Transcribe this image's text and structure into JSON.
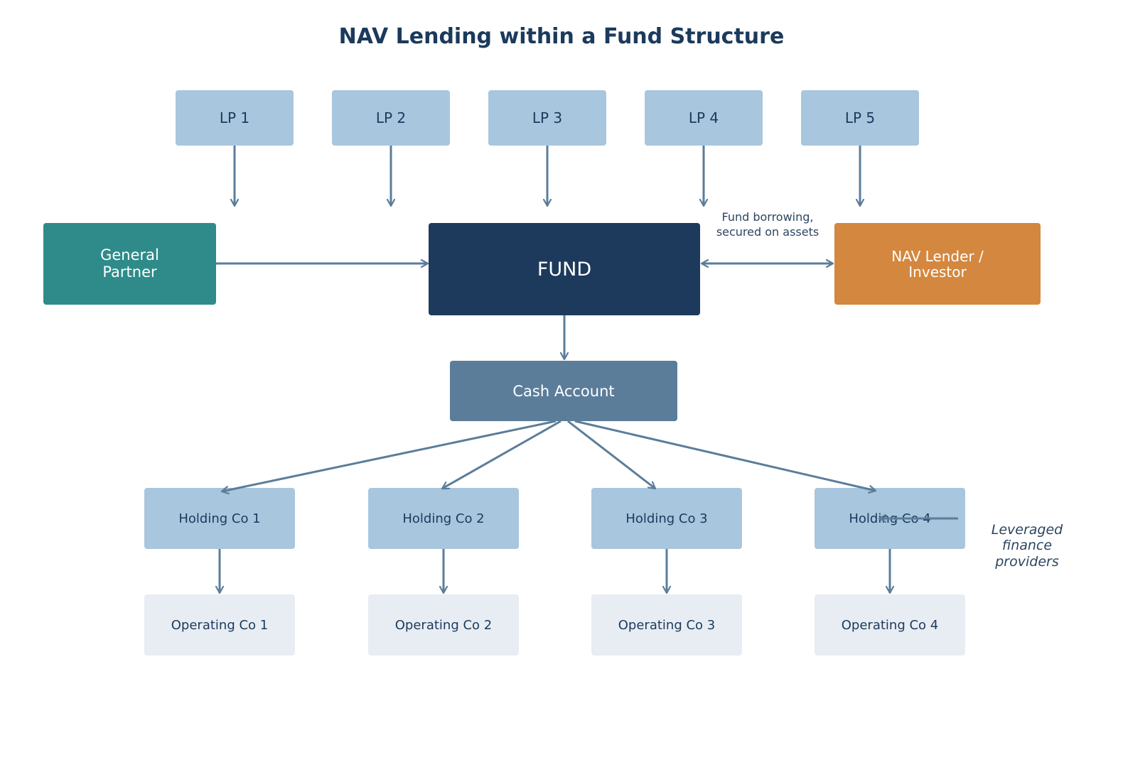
{
  "title": "NAV Lending within a Fund Structure",
  "nodes": {
    "lps": [
      "LP 1",
      "LP 2",
      "LP 3",
      "LP 4",
      "LP 5"
    ],
    "general_partner": "General\nPartner",
    "fund": "FUND",
    "nav_lender": "NAV Lender /\nInvestor",
    "cash_account": "Cash Account",
    "holding_cos": [
      "Holding Co 1",
      "Holding Co 2",
      "Holding Co 3",
      "Holding Co 4"
    ],
    "operating_cos": [
      "Operating Co 1",
      "Operating Co 2",
      "Operating Co 3",
      "Operating Co 4"
    ]
  },
  "labels": {
    "fund_borrowing": "Fund borrowing,\nsecured on assets",
    "leveraged_finance": "Leveraged\nfinance\nproviders"
  },
  "colors": {
    "title": "#1b3a5c",
    "lp_box": "#a8c6de",
    "general_partner": "#2e8b8a",
    "fund": "#1d3a5c",
    "nav_lender": "#d4873e",
    "cash_account": "#5b7d9a",
    "holding_box": "#a8c6de",
    "operating_box": "#e8edf3",
    "arrow": "#5b7d9a"
  }
}
